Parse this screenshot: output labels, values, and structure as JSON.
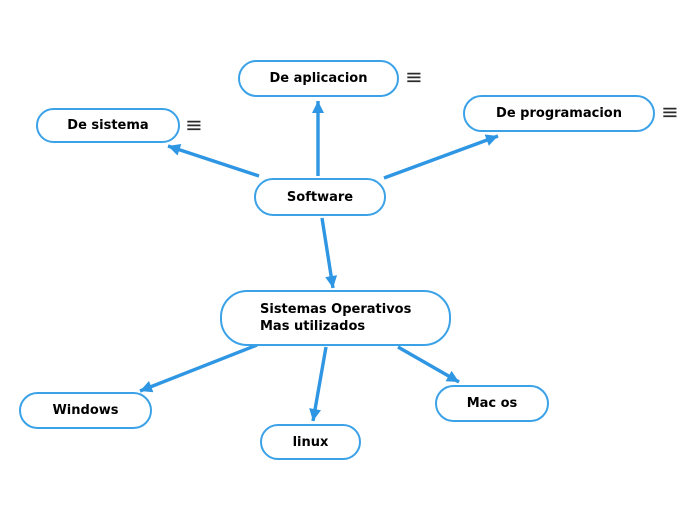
{
  "diagram": {
    "type": "mindmap",
    "colors": {
      "background": "#ffffff",
      "node_border": "#3ba2e8",
      "arrow": "#2e96e2",
      "text": "#000000",
      "menu_icon": "#2b2b2b"
    },
    "menu_icon_glyph": "≡",
    "nodes": [
      {
        "id": "software",
        "label": "Software",
        "has_menu": false
      },
      {
        "id": "de-aplicacion",
        "label": "De aplicacion",
        "has_menu": true
      },
      {
        "id": "de-sistema",
        "label": "De sistema",
        "has_menu": true
      },
      {
        "id": "de-programacion",
        "label": "De programacion",
        "has_menu": true
      },
      {
        "id": "sistemas-operativos",
        "label": "Sistemas Operativos\nMas utilizados",
        "has_menu": false
      },
      {
        "id": "windows",
        "label": "Windows",
        "has_menu": false
      },
      {
        "id": "linux",
        "label": "linux",
        "has_menu": false
      },
      {
        "id": "mac-os",
        "label": "Mac os",
        "has_menu": false
      }
    ],
    "edges": [
      {
        "from": "software",
        "to": "de-aplicacion"
      },
      {
        "from": "software",
        "to": "de-sistema"
      },
      {
        "from": "software",
        "to": "de-programacion"
      },
      {
        "from": "software",
        "to": "sistemas-operativos"
      },
      {
        "from": "sistemas-operativos",
        "to": "windows"
      },
      {
        "from": "sistemas-operativos",
        "to": "linux"
      },
      {
        "from": "sistemas-operativos",
        "to": "mac-os"
      }
    ]
  }
}
